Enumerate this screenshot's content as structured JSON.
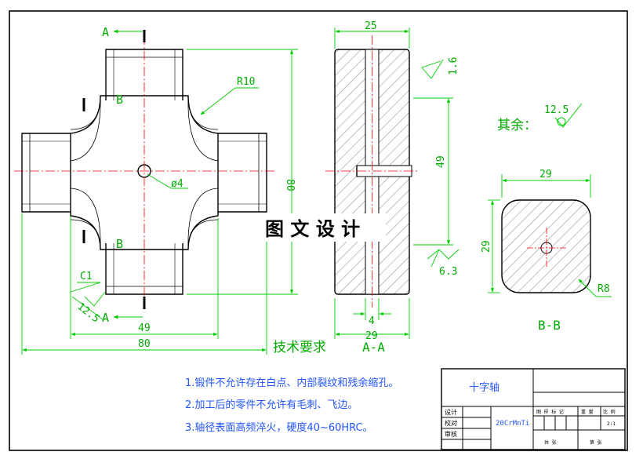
{
  "colors": {
    "outline": "#000000",
    "dimension": "#00cc00",
    "center": "#ff0000",
    "hatch": "#555555",
    "text_green": "#00aa00",
    "text_blue": "#2255ff"
  },
  "front_view": {
    "section_mark_top": "A",
    "section_mark_bottom": "A",
    "section_mark_b_upper": "B",
    "section_mark_b_lower": "B",
    "radius_label": "R10",
    "dia_label": "ø4",
    "dim_height": "80",
    "dim_inner_width": "49",
    "dim_overall_width": "80",
    "chamfer_label": "C1",
    "roughness_label": "12.5"
  },
  "section_aa": {
    "dim_top": "25",
    "dim_side": "49",
    "dim_bottom_small": "4",
    "dim_bottom": "29",
    "roughness_top": "1.6",
    "roughness_bottom": "6.3",
    "caption": "A-A"
  },
  "section_bb": {
    "dim_top": "29",
    "dim_side": "29",
    "radius_label": "R8",
    "caption": "B-B"
  },
  "remaining": {
    "label": "其余：",
    "value": "12.5"
  },
  "watermark": "图 文 设 计",
  "tech_req": {
    "title": "技术要求",
    "items": [
      "1.锻件不允许存在白点、内部裂纹和残余缩孔。",
      "2.加工后的零件不允许有毛刺、飞边。",
      "3.轴径表面高频淬火，硬度40~60HRC。"
    ]
  },
  "title_block": {
    "part_name": "十字轴",
    "material": "20CrMnTi",
    "row_labels": [
      "设计",
      "校对",
      "审核"
    ],
    "header_cells": [
      "图 样 标 记",
      "重 量",
      "比 例"
    ],
    "scale": "2:1",
    "sheet_cells": [
      "共  张",
      "第  张"
    ]
  }
}
